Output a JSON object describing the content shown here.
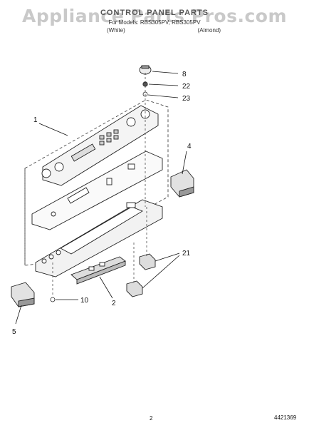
{
  "watermark": "Appliance Parts Pros.com",
  "header": {
    "title": "CONTROL PANEL PARTS",
    "models": "For Models: RBS305PV, RBS305PV",
    "color_a": "(White)",
    "color_b": "(Almond)"
  },
  "callouts": {
    "c1": "1",
    "c2": "2",
    "c4": "4",
    "c5": "5",
    "c8": "8",
    "c10": "10",
    "c21": "21",
    "c22": "22",
    "c23": "23"
  },
  "footer": {
    "page": "2",
    "code": "4421369"
  }
}
